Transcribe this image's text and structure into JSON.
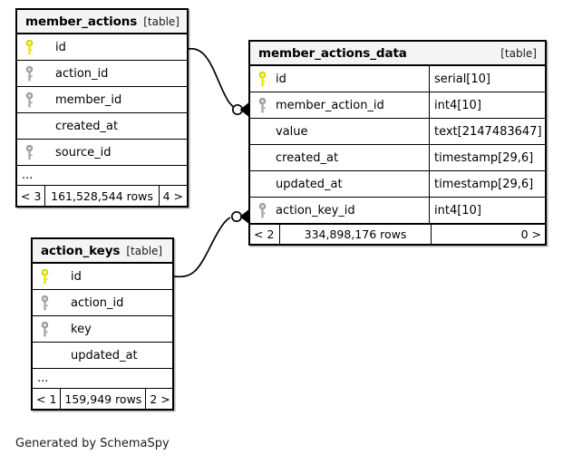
{
  "diagram": {
    "caption": "Generated by SchemaSpy",
    "kind_label": "[table]",
    "ellipsis": "...",
    "colors": {
      "primary_key": "#e8e800",
      "foreign_key": "#a8a8a8",
      "border": "#000000",
      "header_background": "#f4f4f4",
      "page_background": "#ffffff"
    },
    "tables": [
      {
        "id": "member_actions",
        "name": "member_actions",
        "kind": "[table]",
        "columns": [
          {
            "name": "id",
            "key": "primary",
            "type": ""
          },
          {
            "name": "action_id",
            "key": "foreign",
            "type": ""
          },
          {
            "name": "member_id",
            "key": "foreign",
            "type": ""
          },
          {
            "name": "created_at",
            "key": "none",
            "type": ""
          },
          {
            "name": "source_id",
            "key": "foreign",
            "type": ""
          }
        ],
        "has_ellipsis_row": true,
        "footer": {
          "prev": "< 3",
          "rows": "161,528,544 rows",
          "next": "4 >"
        }
      },
      {
        "id": "member_actions_data",
        "name": "member_actions_data",
        "kind": "[table]",
        "columns": [
          {
            "name": "id",
            "key": "primary",
            "type": "serial[10]"
          },
          {
            "name": "member_action_id",
            "key": "foreign",
            "type": "int4[10]"
          },
          {
            "name": "value",
            "key": "none",
            "type": "text[2147483647]"
          },
          {
            "name": "created_at",
            "key": "none",
            "type": "timestamp[29,6]"
          },
          {
            "name": "updated_at",
            "key": "none",
            "type": "timestamp[29,6]"
          },
          {
            "name": "action_key_id",
            "key": "foreign",
            "type": "int4[10]"
          }
        ],
        "has_ellipsis_row": false,
        "footer": {
          "prev": "< 2",
          "rows": "334,898,176 rows",
          "next": "0 >"
        }
      },
      {
        "id": "action_keys",
        "name": "action_keys",
        "kind": "[table]",
        "columns": [
          {
            "name": "id",
            "key": "primary",
            "type": ""
          },
          {
            "name": "action_id",
            "key": "foreign",
            "type": ""
          },
          {
            "name": "key",
            "key": "foreign",
            "type": ""
          },
          {
            "name": "updated_at",
            "key": "none",
            "type": ""
          }
        ],
        "has_ellipsis_row": true,
        "footer": {
          "prev": "< 1",
          "rows": "159,949 rows",
          "next": "2 >"
        }
      }
    ],
    "relationships": [
      {
        "id": "member_actions-to-member_actions_data",
        "from_table": "member_actions",
        "from_column": "id",
        "to_table": "member_actions_data",
        "to_column": "member_action_id",
        "from_cardinality": "one",
        "to_cardinality": "zero-or-many"
      },
      {
        "id": "action_keys-to-member_actions_data",
        "from_table": "action_keys",
        "from_column": "id",
        "to_table": "member_actions_data",
        "to_column": "action_key_id",
        "from_cardinality": "one",
        "to_cardinality": "zero-or-many"
      }
    ]
  }
}
